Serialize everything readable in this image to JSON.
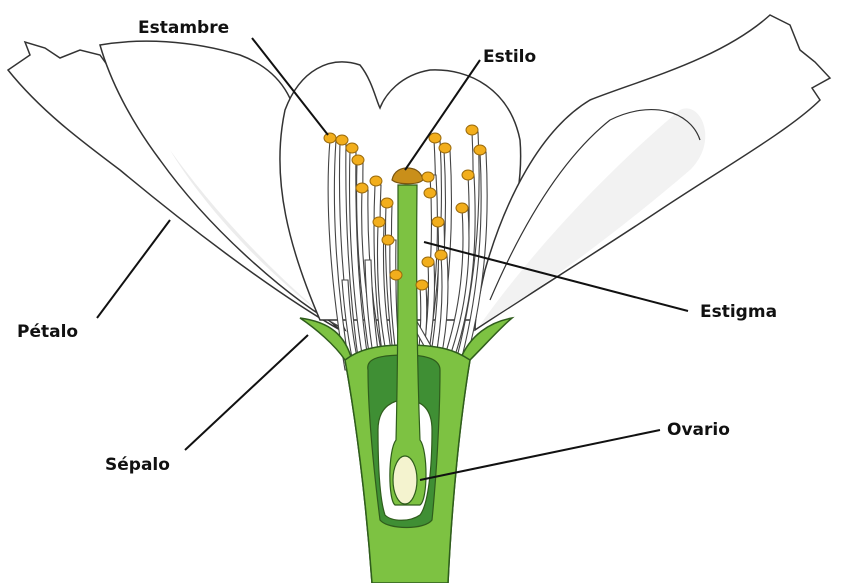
{
  "labels": {
    "estambre": "Estambre",
    "estilo": "Estilo",
    "estigma": "Estigma",
    "petalo": "Pétalo",
    "sepalo": "Sépalo",
    "ovario": "Ovario"
  },
  "colors": {
    "petal_fill": "#ffffff",
    "petal_shade": "#ececec",
    "outline": "#333333",
    "green": "#7dc242",
    "dark_green": "#3f8f34",
    "anther": "#f2ae1c",
    "ovule": "#f4f3cf",
    "stigma": "#c98f1a",
    "label": "#111111"
  }
}
